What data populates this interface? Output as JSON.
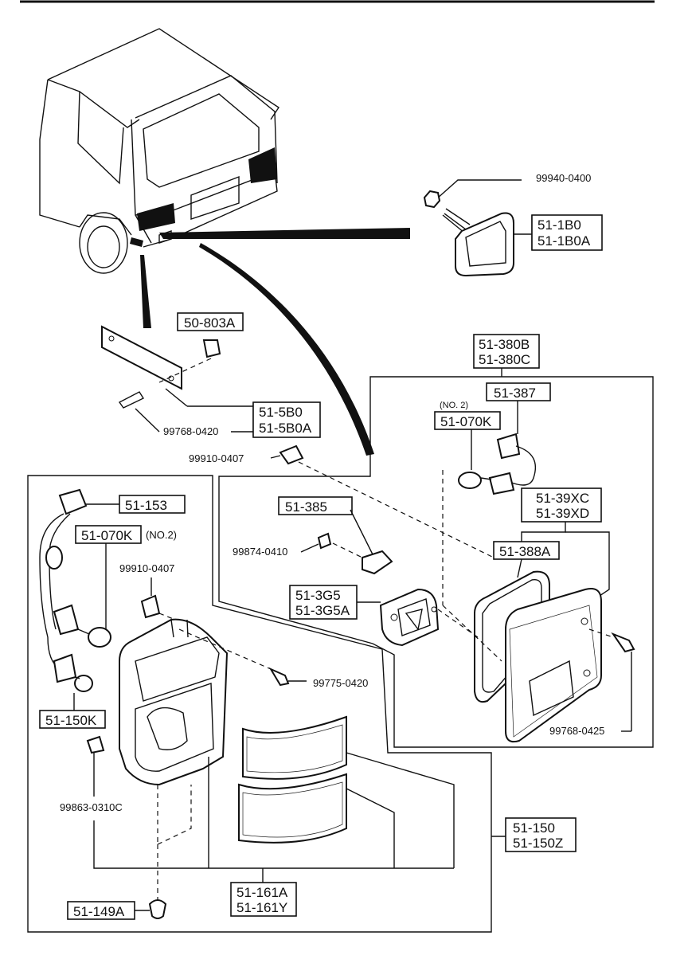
{
  "callouts": {
    "p_99940_0400": "99940-0400",
    "p_51_1B0": "51-1B0",
    "p_51_1B0A": "51-1B0A",
    "p_50_803A": "50-803A",
    "p_51_380B": "51-380B",
    "p_51_380C": "51-380C",
    "p_51_387": "51-387",
    "p_no2_top": "(NO. 2)",
    "p_51_070K_top": "51-070K",
    "p_51_5B0": "51-5B0",
    "p_51_5B0A": "51-5B0A",
    "p_99768_0420": "99768-0420",
    "p_99910_0407_top": "99910-0407",
    "p_51_153": "51-153",
    "p_51_385": "51-385",
    "p_51_39XC": "51-39XC",
    "p_51_39XD": "51-39XD",
    "p_51_070K_left": "51-070K",
    "p_no2_left": "(NO.2)",
    "p_99874_0410": "99874-0410",
    "p_51_388A": "51-388A",
    "p_99910_0407_left": "99910-0407",
    "p_51_3G5": "51-3G5",
    "p_51_3G5A": "51-3G5A",
    "p_99775_0420": "99775-0420",
    "p_51_150K": "51-150K",
    "p_99768_0425": "99768-0425",
    "p_99863_0310C": "99863-0310C",
    "p_51_150": "51-150",
    "p_51_150Z": "51-150Z",
    "p_51_161A": "51-161A",
    "p_51_161Y": "51-161Y",
    "p_51_149A": "51-149A"
  }
}
